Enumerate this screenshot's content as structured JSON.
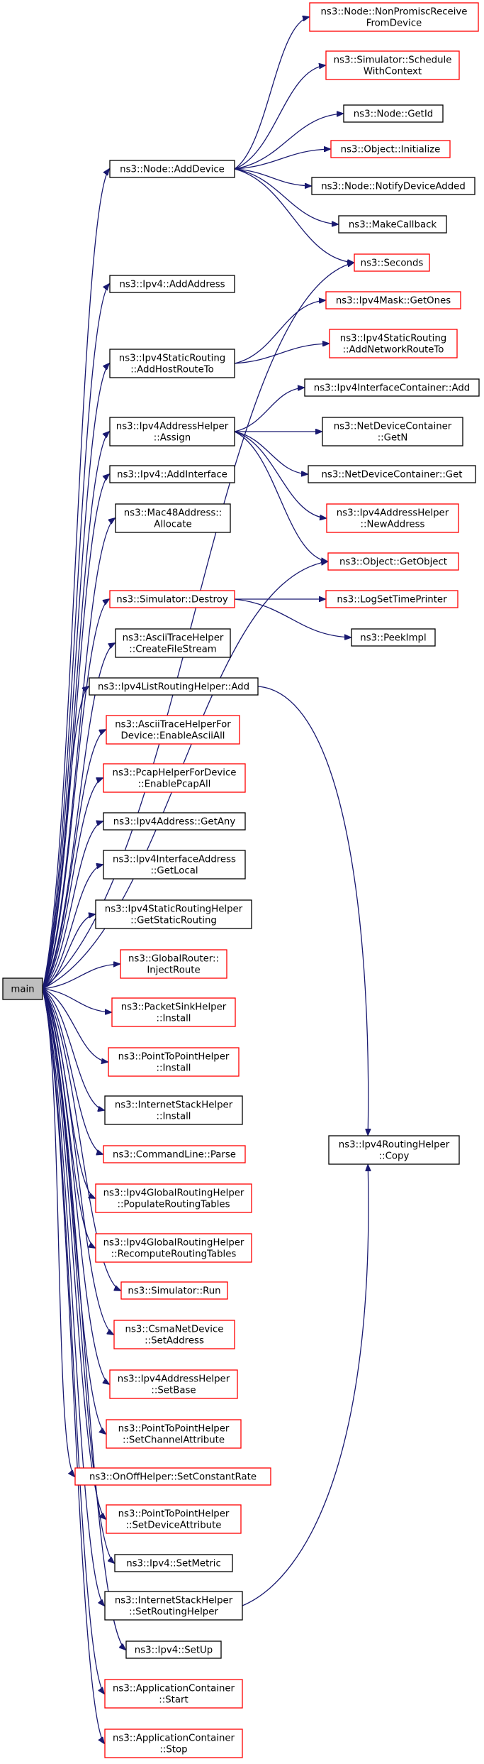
{
  "colors": {
    "edge": "#191970",
    "arrow": "#191970",
    "border_documented": "#000000",
    "border_undocumented": "#ff0000",
    "root_fill": "#bfbfbf",
    "node_fill": "#ffffff"
  },
  "nodes": {
    "main": {
      "lines": [
        "main"
      ],
      "style": "root"
    },
    "addDevice": {
      "lines": [
        "ns3::Node::AddDevice"
      ],
      "style": "black"
    },
    "nonPromisc": {
      "lines": [
        "ns3::Node::NonPromiscReceive",
        "FromDevice"
      ],
      "style": "red"
    },
    "scheduleCtx": {
      "lines": [
        "ns3::Simulator::Schedule",
        "WithContext"
      ],
      "style": "red"
    },
    "getId": {
      "lines": [
        "ns3::Node::GetId"
      ],
      "style": "black"
    },
    "initialize": {
      "lines": [
        "ns3::Object::Initialize"
      ],
      "style": "red"
    },
    "notifyDev": {
      "lines": [
        "ns3::Node::NotifyDeviceAdded"
      ],
      "style": "black"
    },
    "makeCallback": {
      "lines": [
        "ns3::MakeCallback"
      ],
      "style": "black"
    },
    "seconds": {
      "lines": [
        "ns3::Seconds"
      ],
      "style": "red"
    },
    "ipv4AddAddr": {
      "lines": [
        "ns3::Ipv4::AddAddress"
      ],
      "style": "black"
    },
    "getOnes": {
      "lines": [
        "ns3::Ipv4Mask::GetOnes"
      ],
      "style": "red"
    },
    "addHostRoute": {
      "lines": [
        "ns3::Ipv4StaticRouting",
        "::AddHostRouteTo"
      ],
      "style": "black"
    },
    "addNetRoute": {
      "lines": [
        "ns3::Ipv4StaticRouting",
        "::AddNetworkRouteTo"
      ],
      "style": "red"
    },
    "ifcAdd": {
      "lines": [
        "ns3::Ipv4InterfaceContainer::Add"
      ],
      "style": "black"
    },
    "assign": {
      "lines": [
        "ns3::Ipv4AddressHelper",
        "::Assign"
      ],
      "style": "black"
    },
    "getN": {
      "lines": [
        "ns3::NetDeviceContainer",
        "::GetN"
      ],
      "style": "black"
    },
    "ndcGet": {
      "lines": [
        "ns3::NetDeviceContainer::Get"
      ],
      "style": "black"
    },
    "addIface": {
      "lines": [
        "ns3::Ipv4::AddInterface"
      ],
      "style": "black"
    },
    "newAddress": {
      "lines": [
        "ns3::Ipv4AddressHelper",
        "::NewAddress"
      ],
      "style": "red"
    },
    "macAlloc": {
      "lines": [
        "ns3::Mac48Address::",
        "Allocate"
      ],
      "style": "black"
    },
    "getObject": {
      "lines": [
        "ns3::Object::GetObject"
      ],
      "style": "red"
    },
    "destroy": {
      "lines": [
        "ns3::Simulator::Destroy"
      ],
      "style": "red"
    },
    "logTime": {
      "lines": [
        "ns3::LogSetTimePrinter"
      ],
      "style": "red"
    },
    "peekImpl": {
      "lines": [
        "ns3::PeekImpl"
      ],
      "style": "black"
    },
    "createFile": {
      "lines": [
        "ns3::AsciiTraceHelper",
        "::CreateFileStream"
      ],
      "style": "black"
    },
    "listAdd": {
      "lines": [
        "ns3::Ipv4ListRoutingHelper::Add"
      ],
      "style": "black"
    },
    "enableAscii": {
      "lines": [
        "ns3::AsciiTraceHelperFor",
        "Device::EnableAsciiAll"
      ],
      "style": "red"
    },
    "enablePcap": {
      "lines": [
        "ns3::PcapHelperForDevice",
        "::EnablePcapAll"
      ],
      "style": "red"
    },
    "getAny": {
      "lines": [
        "ns3::Ipv4Address::GetAny"
      ],
      "style": "black"
    },
    "getLocal": {
      "lines": [
        "ns3::Ipv4InterfaceAddress",
        "::GetLocal"
      ],
      "style": "black"
    },
    "getStatic": {
      "lines": [
        "ns3::Ipv4StaticRoutingHelper",
        "::GetStaticRouting"
      ],
      "style": "black"
    },
    "injectRoute": {
      "lines": [
        "ns3::GlobalRouter::",
        "InjectRoute"
      ],
      "style": "red"
    },
    "sinkInstall": {
      "lines": [
        "ns3::PacketSinkHelper",
        "::Install"
      ],
      "style": "red"
    },
    "p2pInstall": {
      "lines": [
        "ns3::PointToPointHelper",
        "::Install"
      ],
      "style": "red"
    },
    "stackInstall": {
      "lines": [
        "ns3::InternetStackHelper",
        "::Install"
      ],
      "style": "black"
    },
    "routingCopy": {
      "lines": [
        "ns3::Ipv4RoutingHelper",
        "::Copy"
      ],
      "style": "black"
    },
    "parse": {
      "lines": [
        "ns3::CommandLine::Parse"
      ],
      "style": "red"
    },
    "populate": {
      "lines": [
        "ns3::Ipv4GlobalRoutingHelper",
        "::PopulateRoutingTables"
      ],
      "style": "red"
    },
    "recompute": {
      "lines": [
        "ns3::Ipv4GlobalRoutingHelper",
        "::RecomputeRoutingTables"
      ],
      "style": "red"
    },
    "run": {
      "lines": [
        "ns3::Simulator::Run"
      ],
      "style": "red"
    },
    "csmaSetAddr": {
      "lines": [
        "ns3::CsmaNetDevice",
        "::SetAddress"
      ],
      "style": "red"
    },
    "setBase": {
      "lines": [
        "ns3::Ipv4AddressHelper",
        "::SetBase"
      ],
      "style": "red"
    },
    "setChanAttr": {
      "lines": [
        "ns3::PointToPointHelper",
        "::SetChannelAttribute"
      ],
      "style": "red"
    },
    "setConstRate": {
      "lines": [
        "ns3::OnOffHelper::SetConstantRate"
      ],
      "style": "red"
    },
    "setDevAttr": {
      "lines": [
        "ns3::PointToPointHelper",
        "::SetDeviceAttribute"
      ],
      "style": "red"
    },
    "setMetric": {
      "lines": [
        "ns3::Ipv4::SetMetric"
      ],
      "style": "black"
    },
    "setRouting": {
      "lines": [
        "ns3::InternetStackHelper",
        "::SetRoutingHelper"
      ],
      "style": "black"
    },
    "setUp": {
      "lines": [
        "ns3::Ipv4::SetUp"
      ],
      "style": "black"
    },
    "appStart": {
      "lines": [
        "ns3::ApplicationContainer",
        "::Start"
      ],
      "style": "red"
    },
    "appStop": {
      "lines": [
        "ns3::ApplicationContainer",
        "::Stop"
      ],
      "style": "red"
    }
  },
  "edges": [
    [
      "main",
      "addDevice"
    ],
    [
      "main",
      "ipv4AddAddr"
    ],
    [
      "main",
      "seconds"
    ],
    [
      "main",
      "addHostRoute"
    ],
    [
      "main",
      "assign"
    ],
    [
      "main",
      "addIface"
    ],
    [
      "main",
      "macAlloc"
    ],
    [
      "main",
      "getObject"
    ],
    [
      "main",
      "destroy"
    ],
    [
      "main",
      "createFile"
    ],
    [
      "main",
      "listAdd"
    ],
    [
      "main",
      "enableAscii"
    ],
    [
      "main",
      "enablePcap"
    ],
    [
      "main",
      "getAny"
    ],
    [
      "main",
      "getLocal"
    ],
    [
      "main",
      "getStatic"
    ],
    [
      "main",
      "injectRoute"
    ],
    [
      "main",
      "sinkInstall"
    ],
    [
      "main",
      "p2pInstall"
    ],
    [
      "main",
      "stackInstall"
    ],
    [
      "main",
      "parse"
    ],
    [
      "main",
      "populate"
    ],
    [
      "main",
      "recompute"
    ],
    [
      "main",
      "run"
    ],
    [
      "main",
      "csmaSetAddr"
    ],
    [
      "main",
      "setBase"
    ],
    [
      "main",
      "setChanAttr"
    ],
    [
      "main",
      "setConstRate"
    ],
    [
      "main",
      "setDevAttr"
    ],
    [
      "main",
      "setMetric"
    ],
    [
      "main",
      "setRouting"
    ],
    [
      "main",
      "setUp"
    ],
    [
      "main",
      "appStart"
    ],
    [
      "main",
      "appStop"
    ],
    [
      "addDevice",
      "nonPromisc"
    ],
    [
      "addDevice",
      "scheduleCtx"
    ],
    [
      "addDevice",
      "getId"
    ],
    [
      "addDevice",
      "initialize"
    ],
    [
      "addDevice",
      "notifyDev"
    ],
    [
      "addDevice",
      "makeCallback"
    ],
    [
      "addDevice",
      "seconds"
    ],
    [
      "addHostRoute",
      "getOnes"
    ],
    [
      "addHostRoute",
      "addNetRoute"
    ],
    [
      "assign",
      "ifcAdd"
    ],
    [
      "assign",
      "getN"
    ],
    [
      "assign",
      "ndcGet"
    ],
    [
      "assign",
      "newAddress"
    ],
    [
      "assign",
      "getObject"
    ],
    [
      "destroy",
      "logTime"
    ],
    [
      "destroy",
      "peekImpl"
    ],
    [
      "listAdd",
      "routingCopy"
    ],
    [
      "setRouting",
      "routingCopy"
    ]
  ]
}
